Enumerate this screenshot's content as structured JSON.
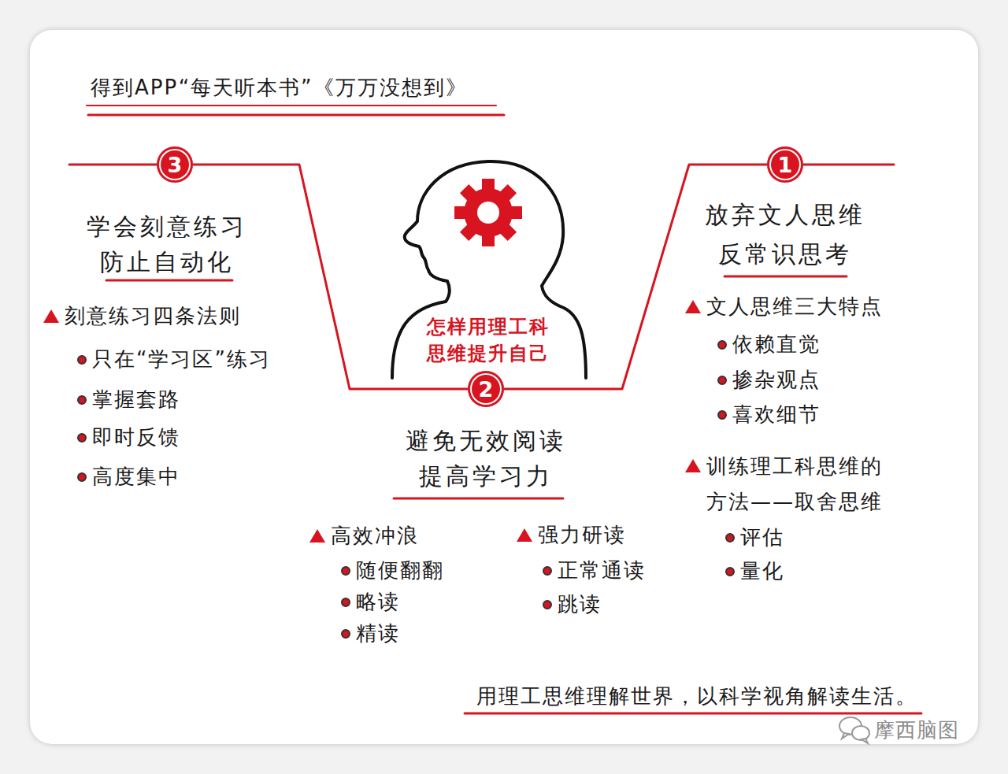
{
  "diagram": {
    "title": "得到APP“每天听本书”《万万没想到》",
    "caption": "用理工思维理解世界，以科学视角解读生活。",
    "nodes": [
      {
        "text": [
          "怎样用理工科 思维提升自己"
        ]
      },
      {
        "text": [
          "1"
        ]
      },
      {
        "text": [
          "2"
        ]
      },
      {
        "text": [
          "3"
        ]
      }
    ],
    "edges": [
      {
        "from": 3,
        "to": 2,
        "arrow": "none"
      },
      {
        "from": 2,
        "to": 1,
        "arrow": "none"
      }
    ],
    "labels": [
      "学会刻意练习",
      "防止自动化",
      "刻意练习四条法则",
      "只在“学习区”练习",
      "掌握套路",
      "即时反馈",
      "高度集中",
      "放弃文人思维",
      "反常识思考",
      "文人思维三大特点",
      "依赖直觉",
      "掺杂观点",
      "喜欢细节",
      "训练理工科思维的方法——取舍思维",
      "评估",
      "量化",
      "避免无效阅读",
      "提高学习力",
      "高效冲浪",
      "随便翻翻",
      "略读",
      "精读",
      "强力研读",
      "正常通读",
      "跳读",
      "摩西脑图"
    ]
  }
}
